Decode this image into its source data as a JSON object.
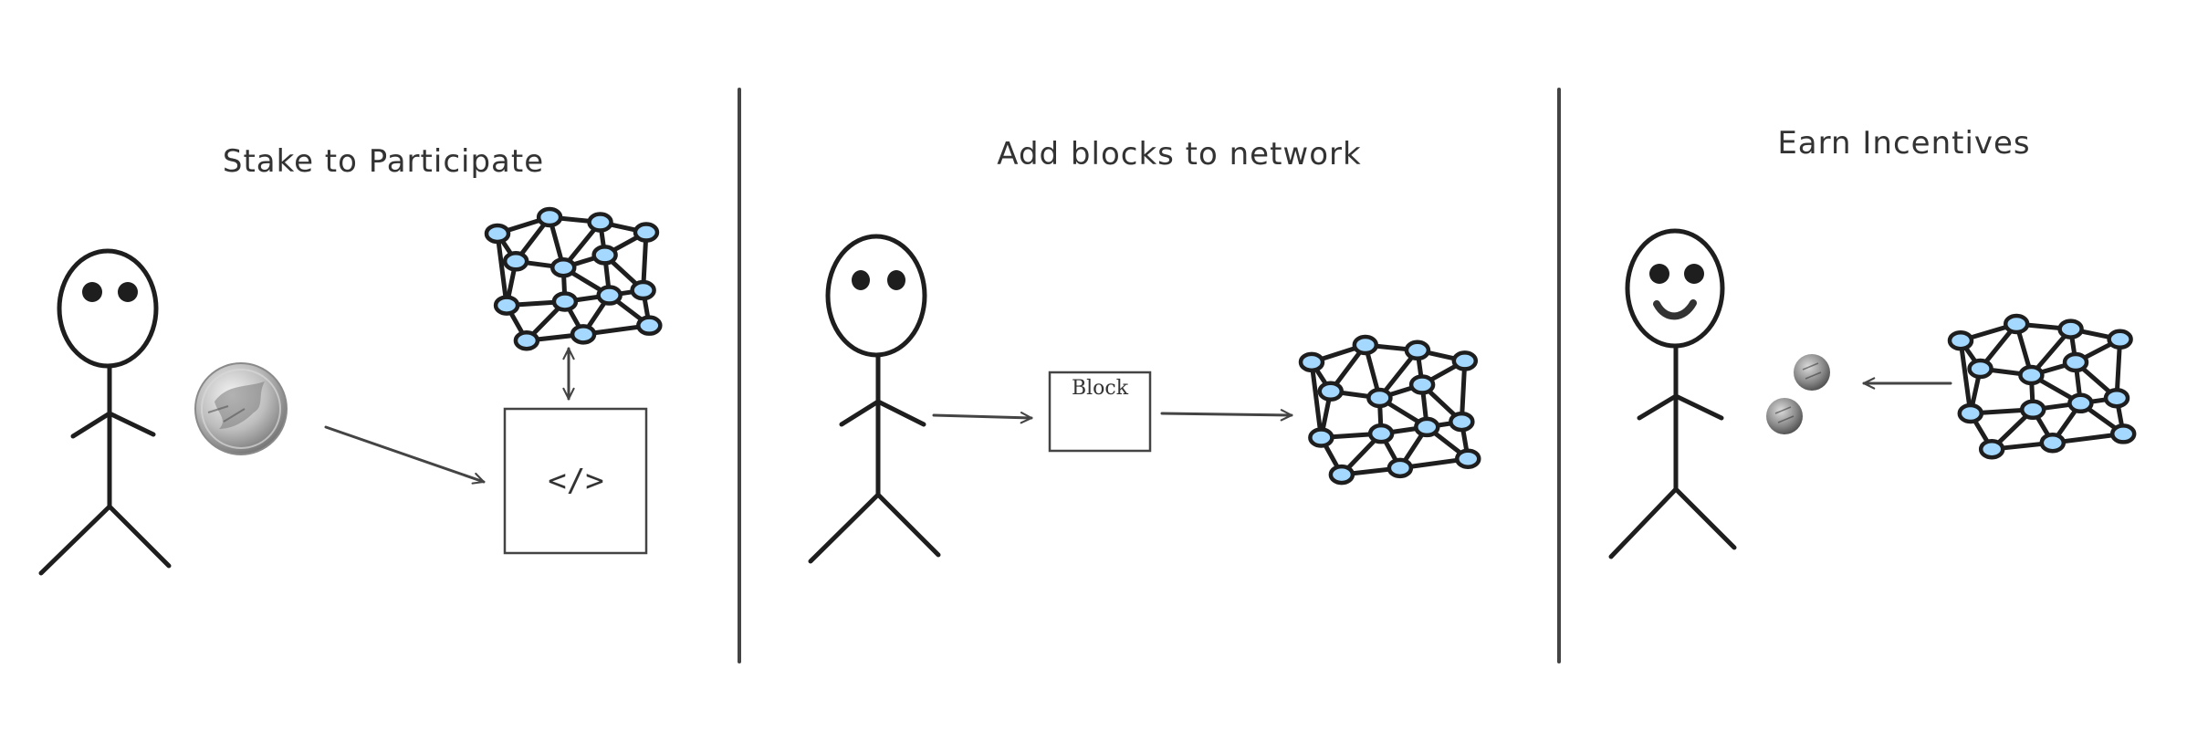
{
  "panels": [
    {
      "title": "Stake to Participate",
      "code_symbol": "</>"
    },
    {
      "title": "Add blocks to network",
      "block_label": "Block"
    },
    {
      "title": "Earn Incentives"
    }
  ],
  "colors": {
    "ink": "#1e1e1e",
    "node_fill": "#a5d8ff",
    "divider": "#444444",
    "coin": "#9a9a9a"
  },
  "icons": [
    "stick-figure-icon",
    "coin-icon",
    "network-graph-icon",
    "code-icon"
  ]
}
